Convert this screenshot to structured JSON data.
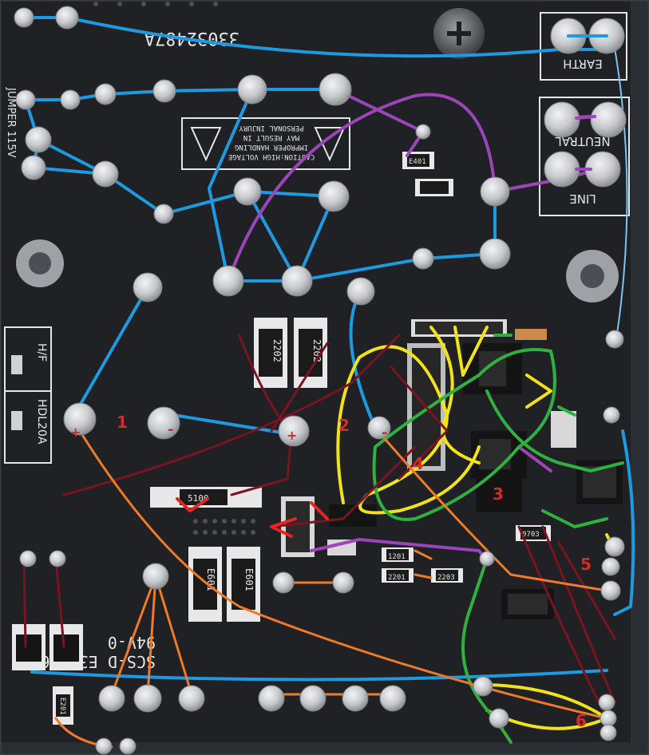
{
  "board": {
    "part_number": "33032487A",
    "earth_label": "EARTH",
    "neutral_label": "NEUTRAL",
    "line_label": "LINE",
    "jumper_label": "JUMPER 115V",
    "warning_lines": [
      "CAUTION:HIGH VOLTAGE",
      "IMPROPER HANDLING",
      "MAY RESULT IN",
      "PERSONAL INJURY"
    ],
    "hf_label": "H/F",
    "model_label": "HDL20A",
    "cert_label": "94V-0",
    "cert_code": "SCS-D E366866",
    "resistor_2202_a": "2202",
    "resistor_2202_b": "2202",
    "resistor_5100": "5100",
    "cap_e601_a": "E601",
    "cap_e601_b": "E601",
    "cap_e201": "E201",
    "part_1201": "1201",
    "part_2201": "2201",
    "part_2203": "2203",
    "part_0703": "0703",
    "part_e401": "E401"
  },
  "annotations": {
    "marker_1": "1",
    "marker_2": "2",
    "marker_3": "3",
    "marker_4": "4",
    "marker_5": "5",
    "marker_6": "6",
    "plus_a": "+",
    "minus_a": "-",
    "plus_b": "+",
    "minus_b": "-"
  },
  "colors": {
    "pcb": "#1f2124",
    "solder": "#c9cccf",
    "trace_blue": "#1e9be0",
    "trace_purple": "#9b45b8",
    "trace_yellow": "#f2e21a",
    "trace_green": "#2fb040",
    "trace_maroon": "#7a1420",
    "trace_orange": "#ee7a2a",
    "marker_red": "#d42a2a"
  }
}
